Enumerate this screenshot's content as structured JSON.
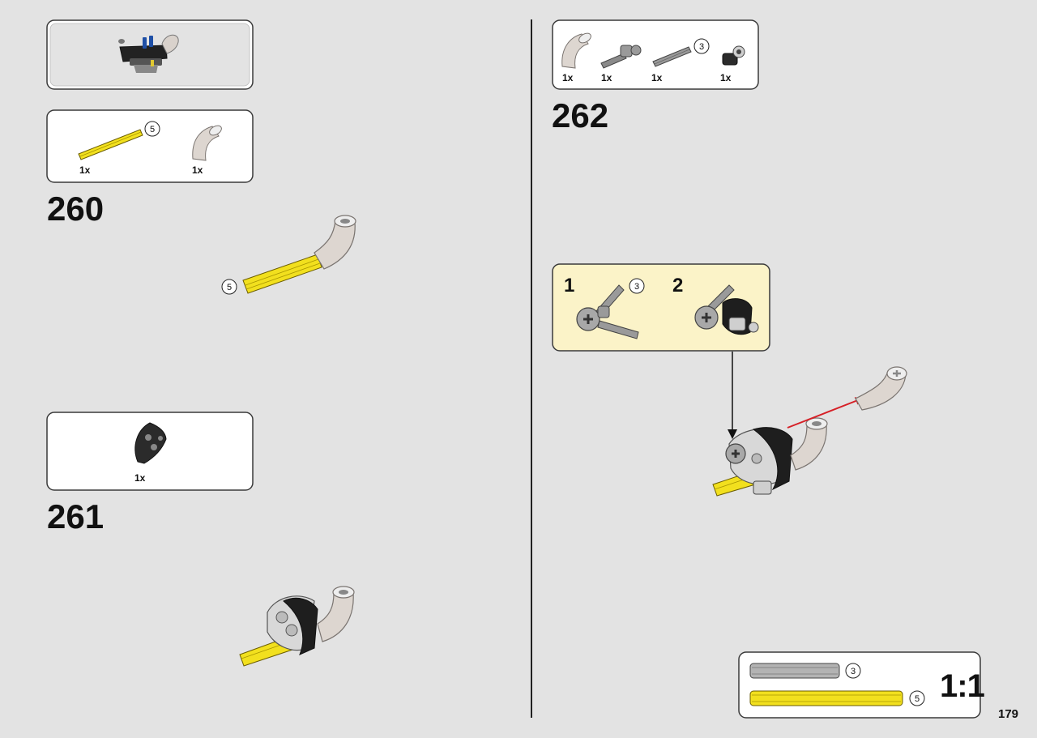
{
  "page_number": "179",
  "steps": {
    "s260": {
      "number": "260",
      "parts": [
        {
          "qty": "1x",
          "icon": "yellow-axle-5",
          "mult": "5"
        },
        {
          "qty": "1x",
          "icon": "white-elbow"
        }
      ],
      "callout": "5"
    },
    "s261": {
      "number": "261",
      "parts": [
        {
          "qty": "1x",
          "icon": "black-liftarm-curved"
        }
      ]
    },
    "s262": {
      "number": "262",
      "parts": [
        {
          "qty": "1x",
          "icon": "white-elbow"
        },
        {
          "qty": "1x",
          "icon": "gray-axle-connector"
        },
        {
          "qty": "1x",
          "icon": "gray-axle-3",
          "mult": "3"
        },
        {
          "qty": "1x",
          "icon": "black-pin-connector"
        }
      ],
      "substeps": [
        {
          "label": "1",
          "mult": "3"
        },
        {
          "label": "2"
        }
      ]
    }
  },
  "scale_ref": {
    "label": "1:1",
    "items": [
      {
        "icon": "gray-axle-3",
        "mult": "3"
      },
      {
        "icon": "yellow-axle-5",
        "mult": "5"
      }
    ]
  },
  "colors": {
    "yellow": "#f2e01e",
    "light_gray": "#e3e3e3",
    "substep_bg": "#fbf3c8",
    "arrow_red": "#d62027"
  }
}
